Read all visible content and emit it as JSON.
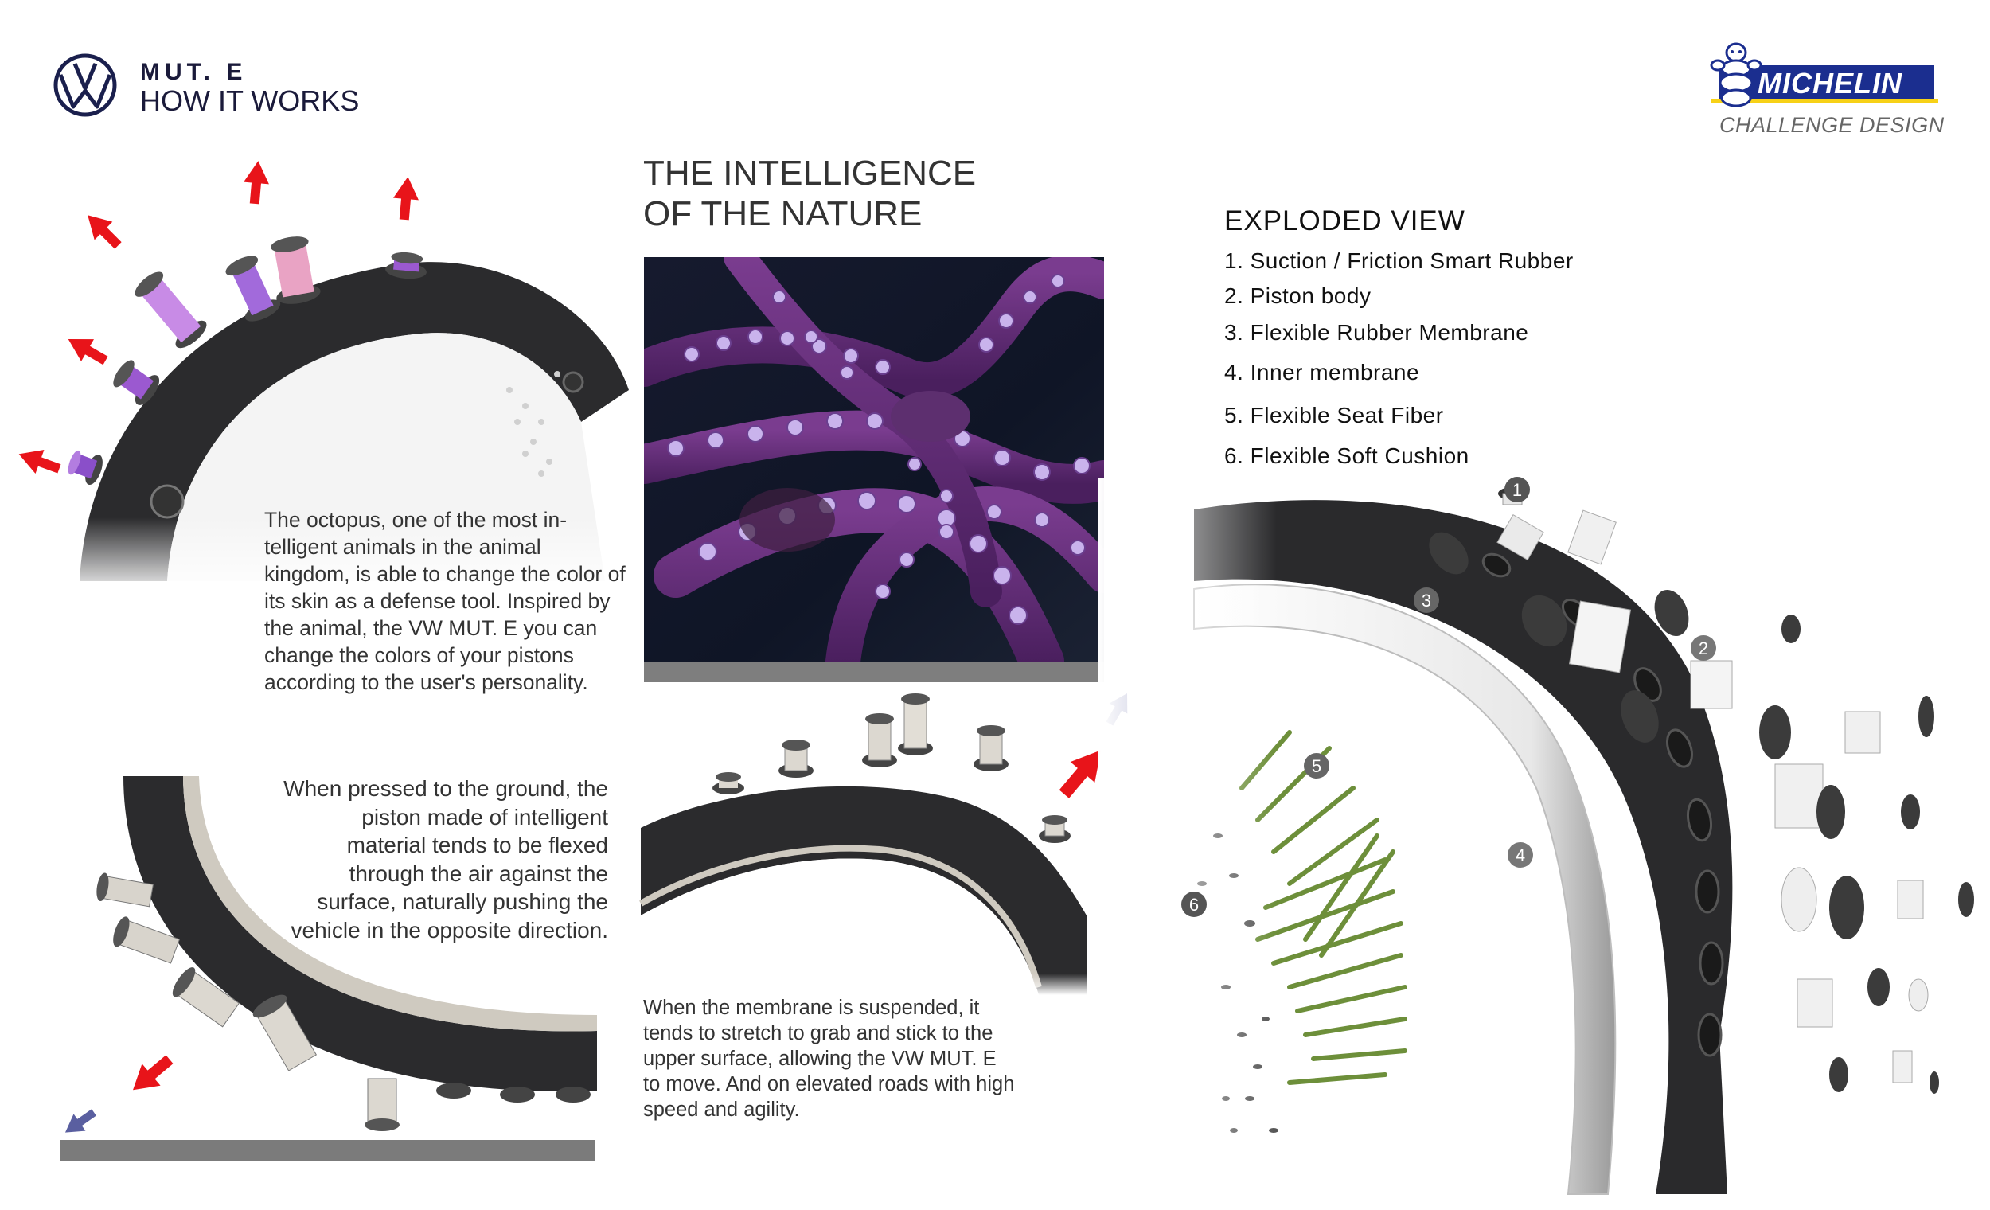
{
  "header": {
    "model": "MUT. E",
    "subtitle": "HOW IT WORKS",
    "brand_logo": "vw-logo",
    "partner_logo": "michelin-logo",
    "partner_word": "MICHELIN",
    "partner_caption": "CHALLENGE DESIGN"
  },
  "nature": {
    "title_line1": "THE INTELLIGENCE",
    "title_line2": "OF THE NATURE"
  },
  "exploded": {
    "title": "EXPLODED VIEW",
    "items": [
      "1. Suction / Friction Smart Rubber",
      "2. Piston body",
      "3. Flexible Rubber Membrane",
      "4. Inner membrane",
      "5. Flexible Seat Fiber",
      "6. Flexible Soft Cushion"
    ],
    "markers": [
      "1",
      "2",
      "3",
      "4",
      "5",
      "6"
    ]
  },
  "paragraphs": {
    "octopus": "The octopus, one of the most in-telligent animals in the animal kingdom, is able to change the color of its skin as a defense tool. Inspired by the animal, the VW MUT. E you can change the colors of your pistons according to the user's personality.",
    "pressed": "When pressed to the ground, the piston made of intelligent material tends to be flexed through the air against the surface, naturally pushing the vehicle in the opposite direction.",
    "membrane": "When the membrane is suspended, it tends to stretch to grab and stick to the upper surface, allowing the VW MUT. E to move. And on elevated roads with high speed and agility."
  },
  "colors": {
    "vw_blue": "#1a1f4d",
    "michelin_blue": "#1b2e8f",
    "michelin_yellow": "#f7d117",
    "arrow_red": "#e8141a",
    "arrow_blue": "#5a5fa0",
    "tire_dark": "#2b2b2d",
    "piston_pink": "#e9a3c4",
    "piston_purple": "#9b59d0",
    "fiber_green": "#6d8f3a",
    "ground_gray": "#7b7b7b"
  }
}
